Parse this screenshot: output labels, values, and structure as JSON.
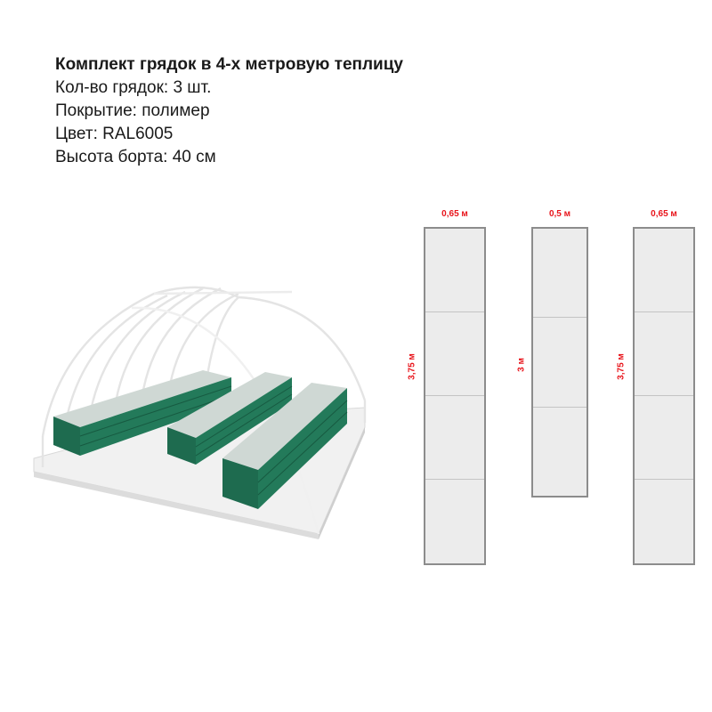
{
  "info": {
    "title": "Комплект грядок в 4-х метровую теплицу",
    "lines": [
      "Кол-во грядок: 3 шт.",
      "Покрытие: полимер",
      "Цвет: RAL6005",
      "Высота борта: 40 см"
    ]
  },
  "beds": [
    {
      "width_label": "0,65 м",
      "length_label": "3,75 м",
      "sections": 4
    },
    {
      "width_label": "0,5 м",
      "length_label": "3 м",
      "sections": 3
    },
    {
      "width_label": "0,65 м",
      "length_label": "3,75 м",
      "sections": 4
    }
  ],
  "colors": {
    "bed_green": "#1e6b4f",
    "dimension_red": "#e8141b",
    "outline_gray": "#8c8c8c"
  }
}
